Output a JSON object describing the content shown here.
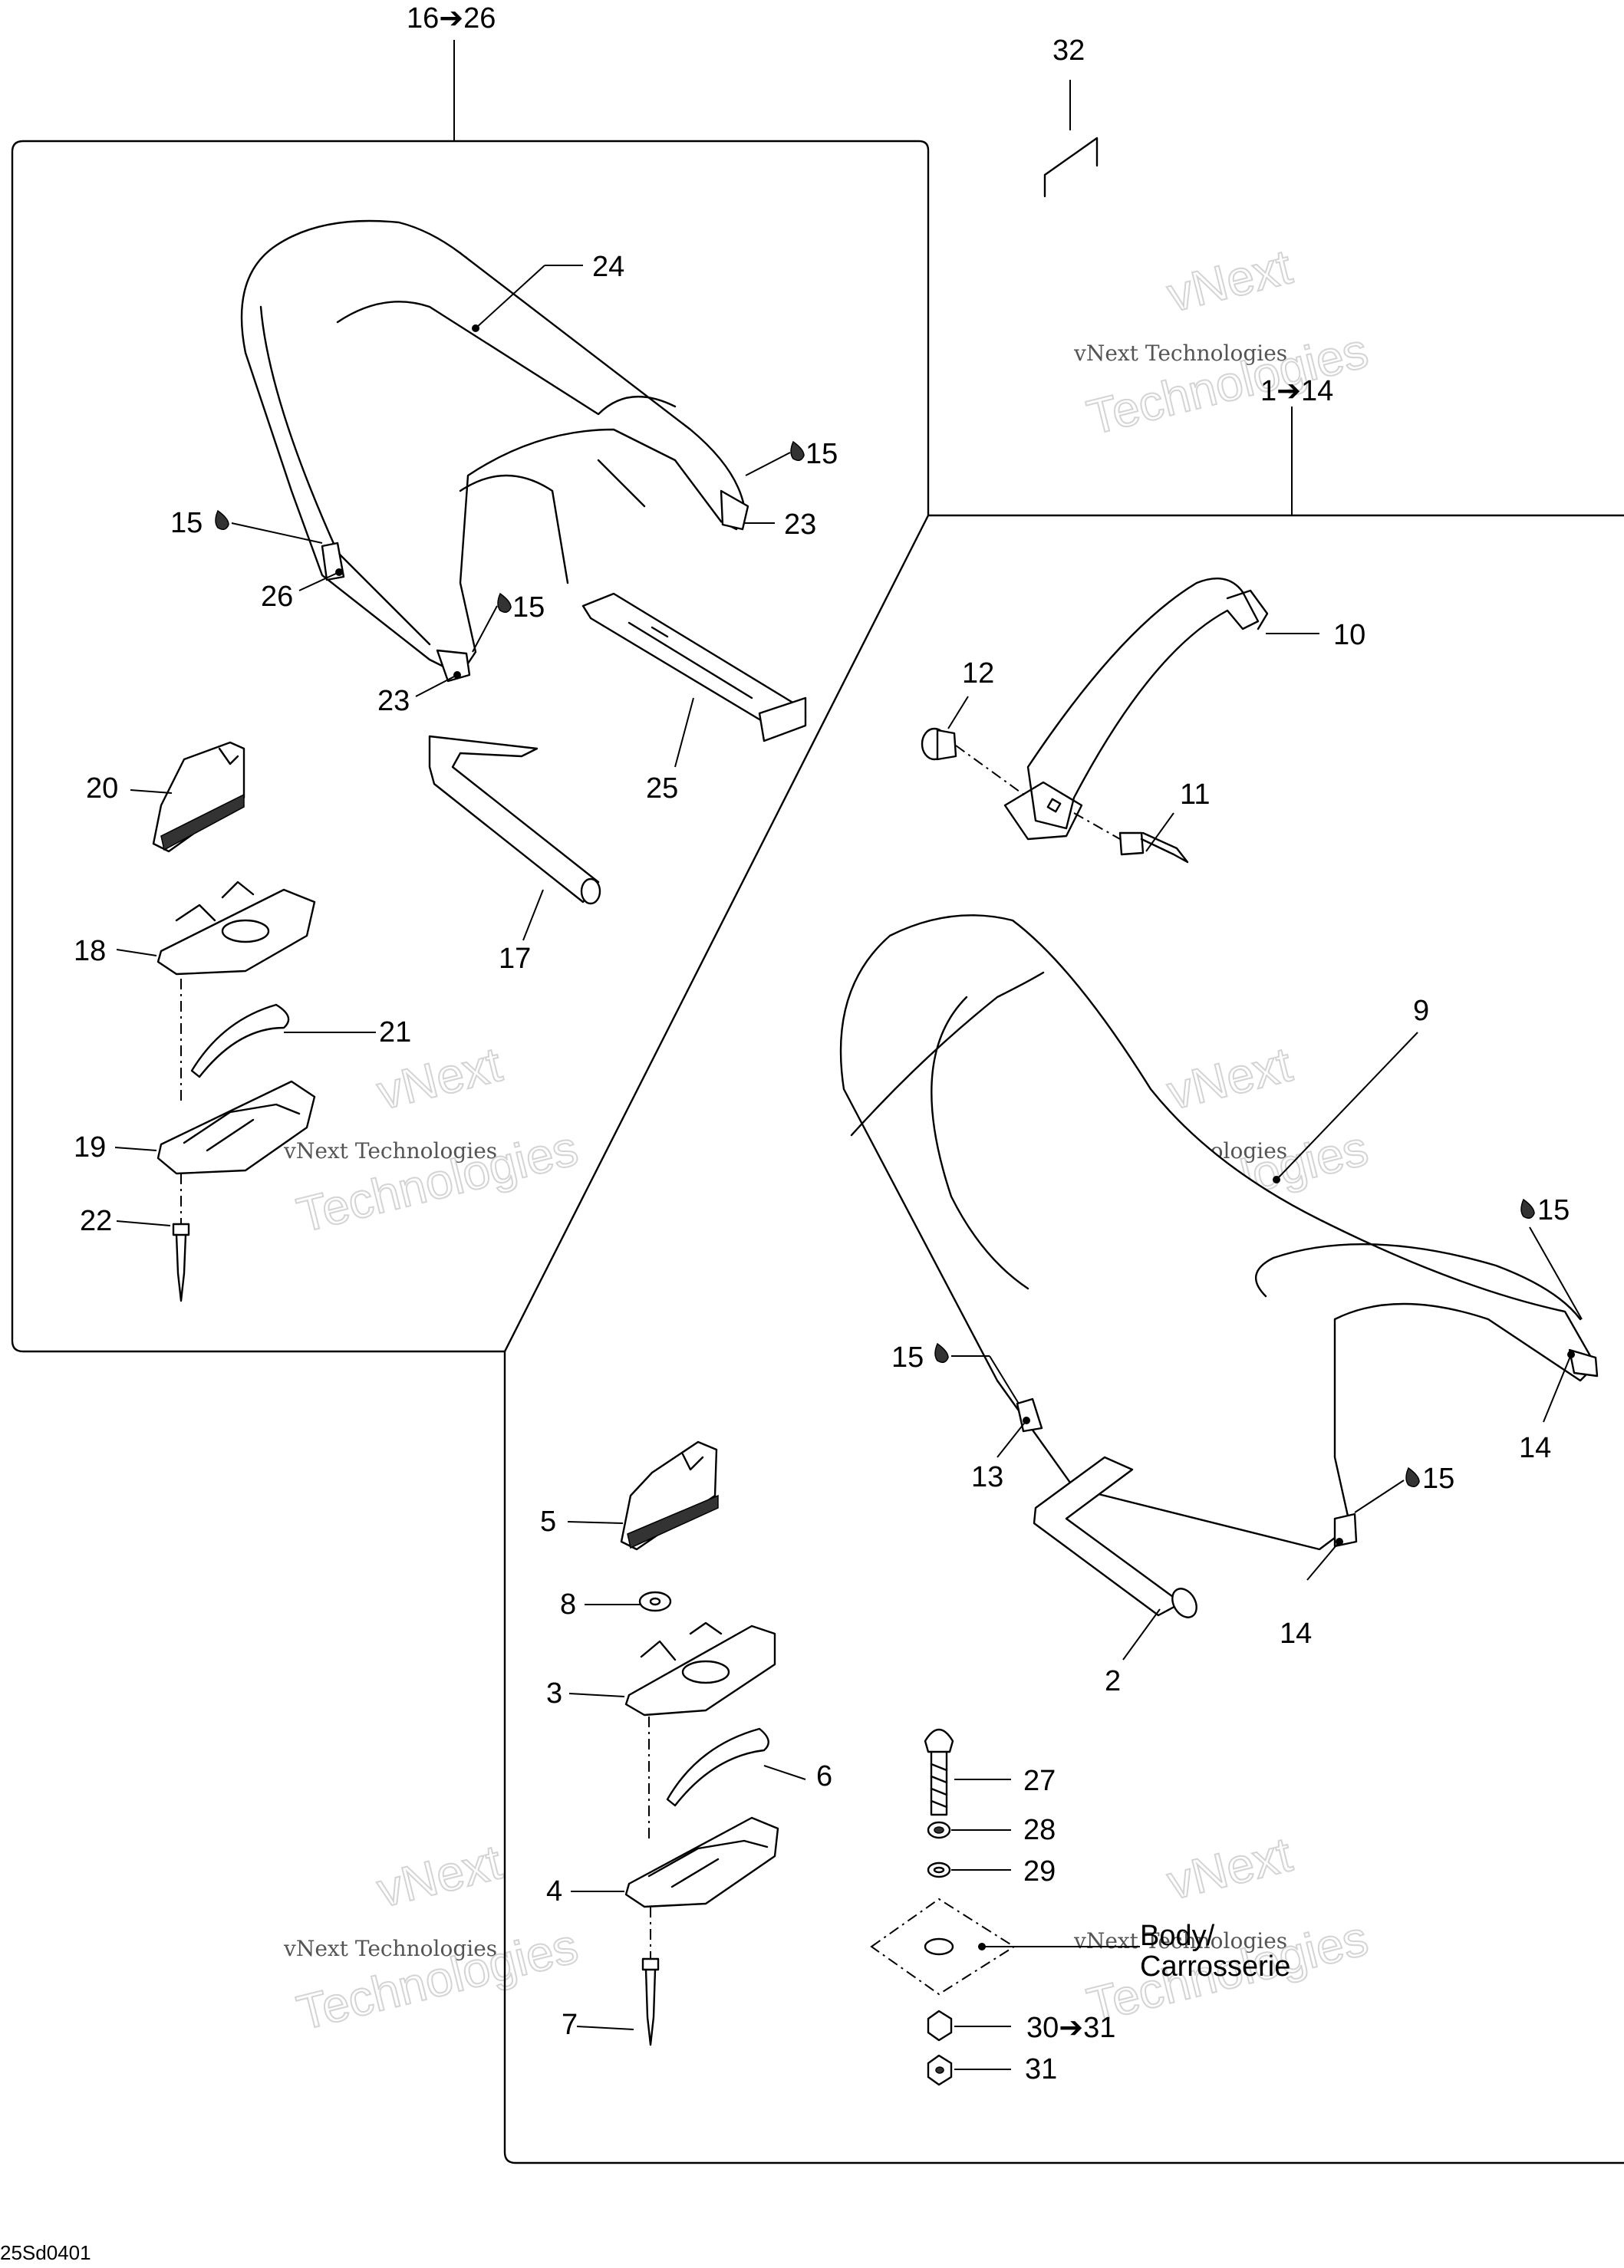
{
  "diagram_code": "25Sd0401",
  "group_labels": {
    "upper_group": "16➔26",
    "right_group": "1➔14",
    "item_32": "32"
  },
  "callouts": {
    "c24": "24",
    "c15a": "15",
    "c23a": "23",
    "c15b": "15",
    "c26": "26",
    "c15c": "15",
    "c23b": "23",
    "c25": "25",
    "c20": "20",
    "c17": "17",
    "c18": "18",
    "c21": "21",
    "c19": "19",
    "c22": "22",
    "c10": "10",
    "c12": "12",
    "c11": "11",
    "c9": "9",
    "c15d": "15",
    "c15e": "15",
    "c14a": "14",
    "c13": "13",
    "c15f": "15",
    "c14b": "14",
    "c2": "2",
    "c5": "5",
    "c8": "8",
    "c3": "3",
    "c6": "6",
    "c27": "27",
    "c28": "28",
    "c29": "29",
    "c4": "4",
    "c7": "7",
    "c3031": "30➔31",
    "c31": "31"
  },
  "body_label": {
    "line1": "Body/",
    "line2": "Carrosserie"
  },
  "watermark": {
    "line1": "vNext",
    "line2": "vNext Technologies",
    "line3": "Technologies"
  }
}
